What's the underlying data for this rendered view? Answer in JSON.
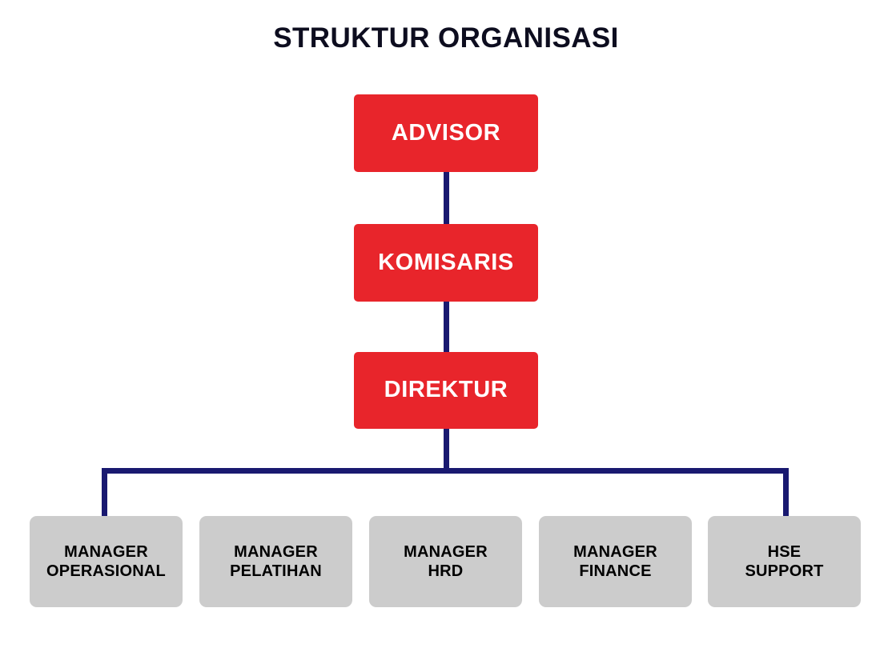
{
  "title": "STRUKTUR ORGANISASI",
  "colors": {
    "executive_box": "#e8252b",
    "executive_text": "#ffffff",
    "manager_box": "#cccccc",
    "manager_text": "#000000",
    "connector": "#191970",
    "title_text": "#0d0d1f",
    "background": "#ffffff"
  },
  "chart_data": {
    "type": "diagram",
    "diagram_type": "organizational-chart",
    "title": "STRUKTUR ORGANISASI",
    "orientation": "top-down",
    "levels": [
      {
        "level": 1,
        "nodes": [
          "ADVISOR"
        ]
      },
      {
        "level": 2,
        "nodes": [
          "KOMISARIS"
        ]
      },
      {
        "level": 3,
        "nodes": [
          "DIREKTUR"
        ]
      },
      {
        "level": 4,
        "nodes": [
          "MANAGER OPERASIONAL",
          "MANAGER PELATIHAN",
          "MANAGER HRD",
          "MANAGER FINANCE",
          "HSE SUPPORT"
        ]
      }
    ],
    "edges": [
      {
        "from": "ADVISOR",
        "to": "KOMISARIS"
      },
      {
        "from": "KOMISARIS",
        "to": "DIREKTUR"
      },
      {
        "from": "DIREKTUR",
        "to": "MANAGER OPERASIONAL"
      },
      {
        "from": "DIREKTUR",
        "to": "MANAGER PELATIHAN"
      },
      {
        "from": "DIREKTUR",
        "to": "MANAGER HRD"
      },
      {
        "from": "DIREKTUR",
        "to": "MANAGER FINANCE"
      },
      {
        "from": "DIREKTUR",
        "to": "HSE SUPPORT"
      }
    ]
  },
  "executive_nodes": [
    {
      "id": "advisor",
      "label": "ADVISOR"
    },
    {
      "id": "komisaris",
      "label": "KOMISARIS"
    },
    {
      "id": "direktur",
      "label": "DIREKTUR"
    }
  ],
  "manager_nodes": [
    {
      "id": "manager-operasional",
      "label": "MANAGER\nOPERASIONAL"
    },
    {
      "id": "manager-pelatihan",
      "label": "MANAGER\nPELATIHAN"
    },
    {
      "id": "manager-hrd",
      "label": "MANAGER\nHRD"
    },
    {
      "id": "manager-finance",
      "label": "MANAGER\nFINANCE"
    },
    {
      "id": "hse-support",
      "label": "HSE\nSUPPORT"
    }
  ]
}
